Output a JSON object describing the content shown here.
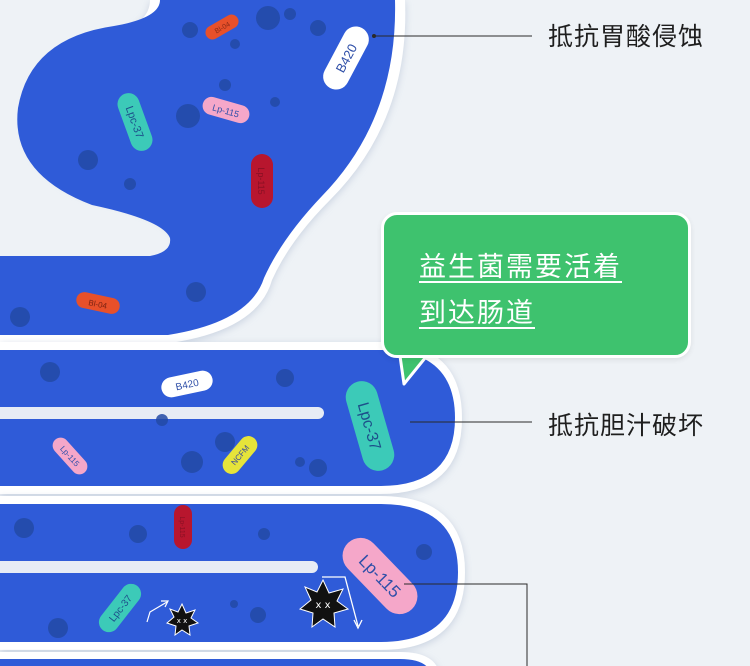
{
  "labels": {
    "stomach_acid": "抵抗胃酸侵蚀",
    "bile": "抵抗胆汁破坏"
  },
  "callout": {
    "line1": "益生菌需要活着",
    "line2": "到达肠道"
  },
  "bacteria": {
    "b420": "B420",
    "lpc37": "Lpc-37",
    "lp115": "Lp-115",
    "bi04": "Bl-04",
    "ncfm": "NCFM"
  },
  "colors": {
    "background": "#eef2f6",
    "intestine_blue": "#2f5bd8",
    "callout_green": "#3ec26e",
    "pill_white": "#ffffff",
    "pill_teal": "#3ccab8",
    "pill_pink": "#f5a7c9",
    "pill_red": "#e8502a",
    "pill_darkred": "#b8162e",
    "pill_yellow": "#e6e43a"
  }
}
